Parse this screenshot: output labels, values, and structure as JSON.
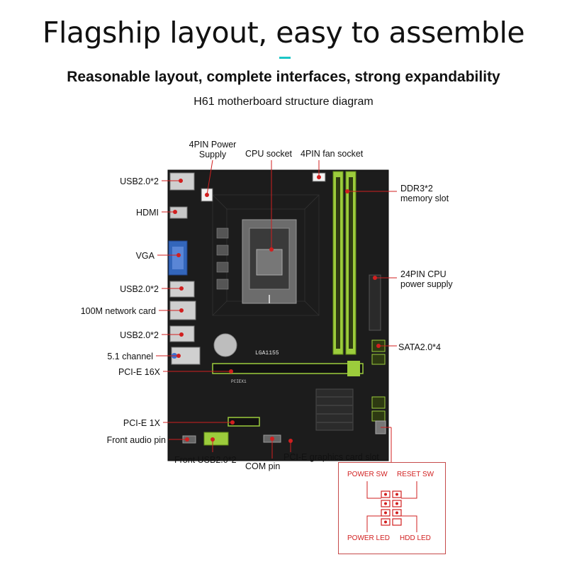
{
  "header": {
    "headline": "Flagship layout, easy to assemble",
    "subheadline": "Reasonable layout, complete interfaces, strong expandability",
    "caption": "H61 motherboard structure diagram"
  },
  "board": {
    "socket_text": "LGA1155",
    "pcie16_text": "PCIEX1",
    "accent_colors": {
      "dimm": "#9ccc3c",
      "pcb": "#1c1c1c",
      "callout": "#d11f1f",
      "accent": "#1cc6c6"
    }
  },
  "labels": {
    "usb_top": "USB2.0*2",
    "hdmi": "HDMI",
    "vga": "VGA",
    "usb_mid": "USB2.0*2",
    "lan": "100M network card",
    "usb_low": "USB2.0*2",
    "audio": "5.1 channel",
    "pcie16": "PCI-E 16X",
    "pcie1": "PCI-E 1X",
    "front_audio": "Front audio pin",
    "front_usb": "Front USB2.0*2",
    "com": "COM pin",
    "pcie_gfx": "PCI-E graphics card slot",
    "power4_line1": "4PIN Power",
    "power4_line2": "Supply",
    "cpu_socket": "CPU socket",
    "fan": "4PIN fan socket",
    "ddr3_line1": "DDR3*2",
    "ddr3_line2": "memory slot",
    "power24_line1": "24PIN CPU",
    "power24_line2": "power supply",
    "sata": "SATA2.0*4"
  },
  "front_panel": {
    "power_sw": "POWER SW",
    "reset_sw": "RESET SW",
    "power_led": "POWER LED",
    "hdd_led": "HDD  LED"
  }
}
